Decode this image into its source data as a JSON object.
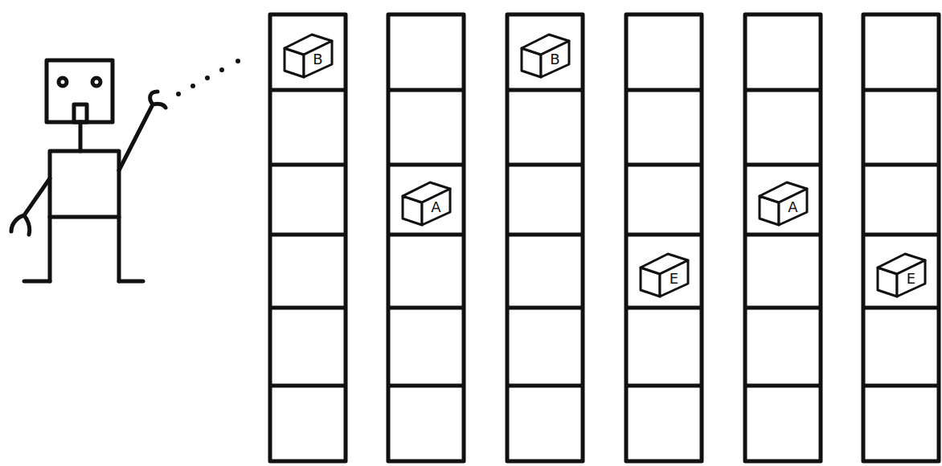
{
  "diagram": {
    "nodes": [
      {
        "text": [
          "B"
        ]
      },
      {
        "text": [
          "B"
        ]
      },
      {
        "text": [
          "A"
        ]
      },
      {
        "text": [
          "A"
        ]
      },
      {
        "text": [
          "E"
        ]
      },
      {
        "text": [
          "E"
        ]
      }
    ]
  }
}
